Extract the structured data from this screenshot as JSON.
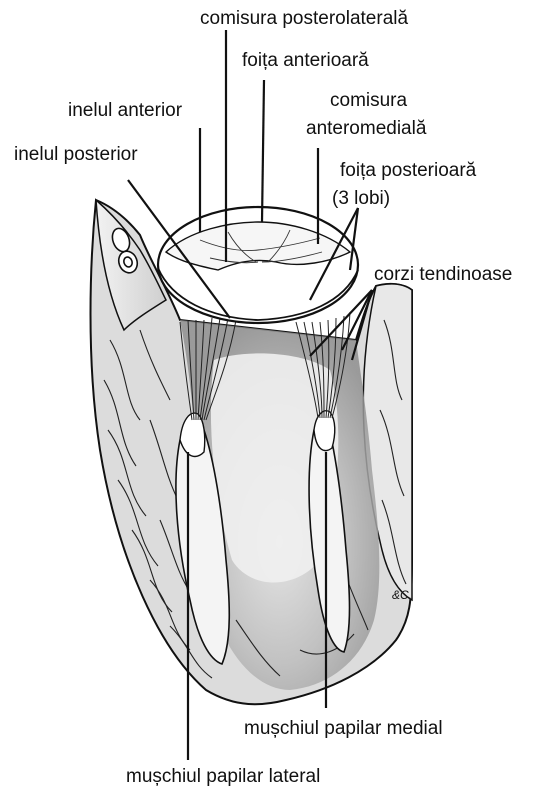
{
  "labels": {
    "commissure_posterolateral": "comisura posterolaterală",
    "leaflet_anterior": "foița anterioară",
    "commissure_anteromedial_line1": "comisura",
    "commissure_anteromedial_line2": "anteromedială",
    "ring_anterior": "inelul anterior",
    "ring_posterior": "inelul posterior",
    "leaflet_posterior_line1": "foița posterioară",
    "leaflet_posterior_line2": "(3 lobi)",
    "chordae": "corzi tendinoase",
    "papillary_medial": "mușchiul papilar medial",
    "papillary_lateral": "mușchiul papilar lateral",
    "artist_signature": "&C."
  },
  "colors": {
    "ink": "#111111",
    "muscle_fill": "#d9d9d9",
    "muscle_shadow": "#9a9a9a",
    "background": "#ffffff"
  }
}
